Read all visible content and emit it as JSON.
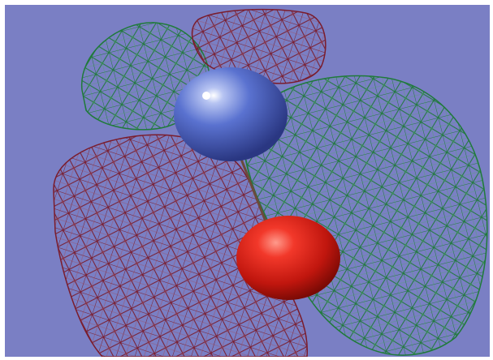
{
  "scene": {
    "background_color": "#7a7fc4",
    "frame_color": "#ffffff",
    "colors": {
      "positive_lobe_wire": "#1f7a3a",
      "negative_lobe_wire": "#7a1c2c",
      "nitrogen_atom": "#4a63c8",
      "oxygen_atom": "#e0241c"
    },
    "atoms": [
      {
        "name": "nitrogen-atom",
        "element_color": "blue"
      },
      {
        "name": "oxygen-atom",
        "element_color": "red"
      }
    ],
    "lobes": [
      {
        "name": "upper-left-green-lobe",
        "phase": "positive"
      },
      {
        "name": "upper-red-lobe",
        "phase": "negative"
      },
      {
        "name": "right-green-lobe",
        "phase": "positive"
      },
      {
        "name": "left-red-lobe",
        "phase": "negative"
      }
    ]
  }
}
